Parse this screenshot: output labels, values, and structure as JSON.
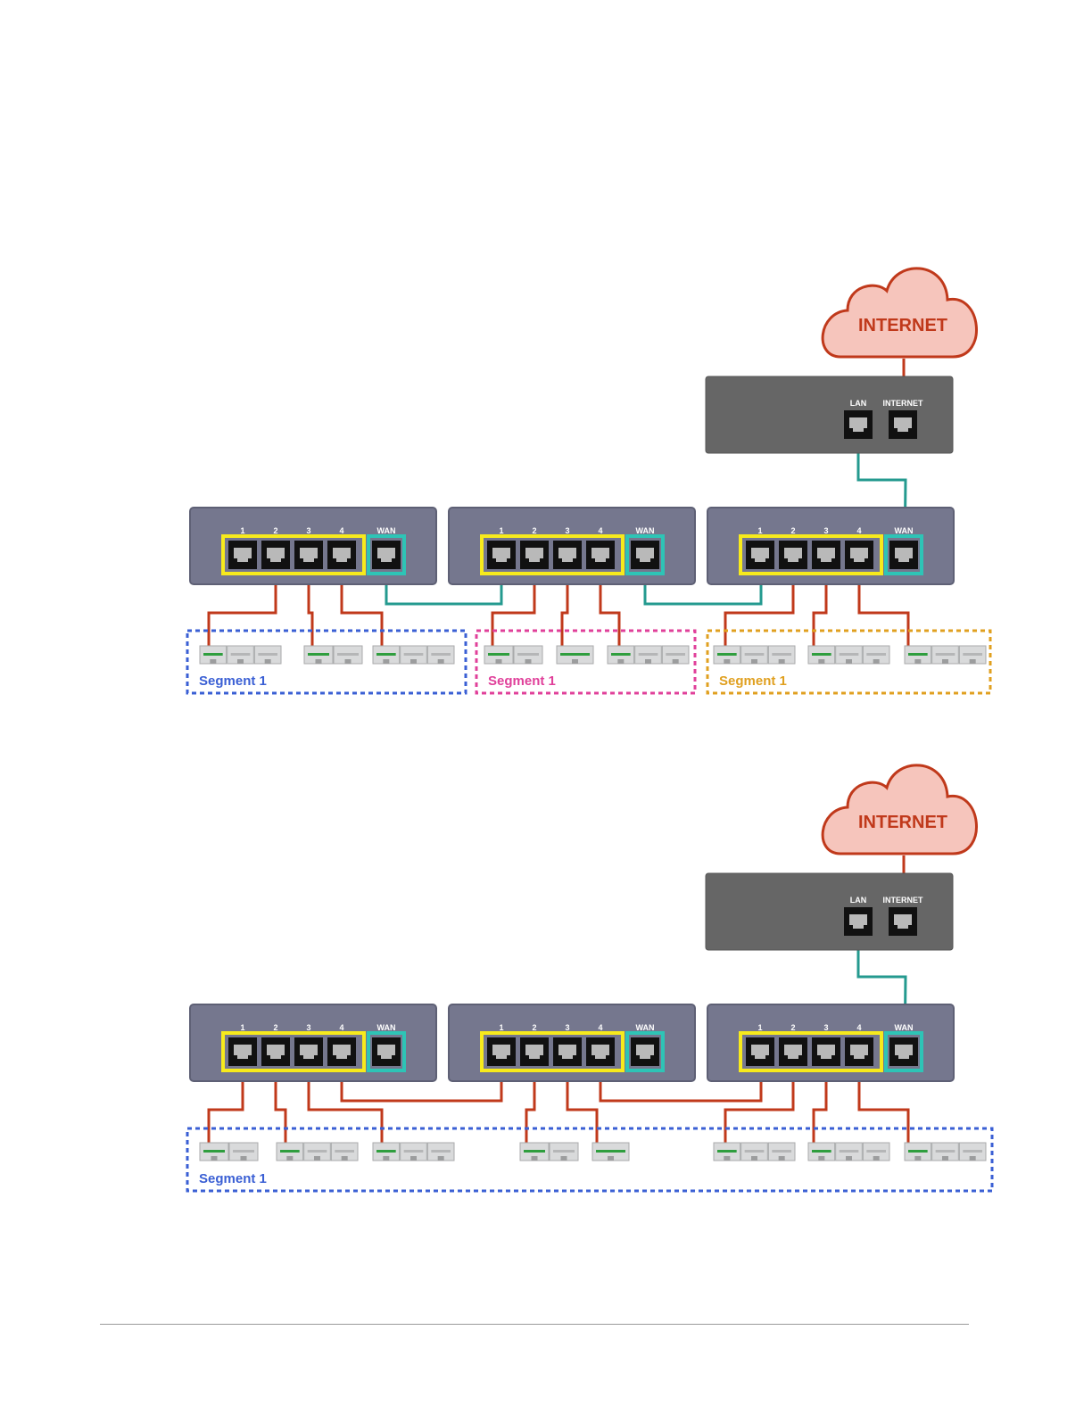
{
  "colors": {
    "background": "#ffffff",
    "switch_body": "#75778e",
    "switch_border": "#5e6075",
    "router_body": "#666666",
    "lan_group_border": "#f7ea1c",
    "wan_border": "#2ec4b6",
    "port_fill": "#111111",
    "port_jack": "#b9b9b9",
    "cable_lan": "#c0391b",
    "cable_uplink": "#249a8f",
    "cloud_fill": "#f6c5bc",
    "cloud_stroke": "#c0391b",
    "cloud_text": "#c0391b",
    "segment_blue": "#3a5fd4",
    "segment_pink": "#e0409a",
    "segment_orange": "#e0a020",
    "device_body": "#d9dadb",
    "device_led": "#2f9e3e"
  },
  "diagram": {
    "cloud_label": "INTERNET",
    "router_port_labels": [
      "LAN",
      "INTERNET"
    ],
    "switch_port_labels": [
      "1",
      "2",
      "3",
      "4",
      "WAN"
    ]
  },
  "top_diagram": {
    "segments": [
      {
        "label": "Segment 1",
        "color": "segment_blue"
      },
      {
        "label": "Segment 1",
        "color": "segment_pink"
      },
      {
        "label": "Segment 1",
        "color": "segment_orange"
      }
    ]
  },
  "bottom_diagram": {
    "segments": [
      {
        "label": "Segment 1",
        "color": "segment_blue"
      }
    ]
  }
}
